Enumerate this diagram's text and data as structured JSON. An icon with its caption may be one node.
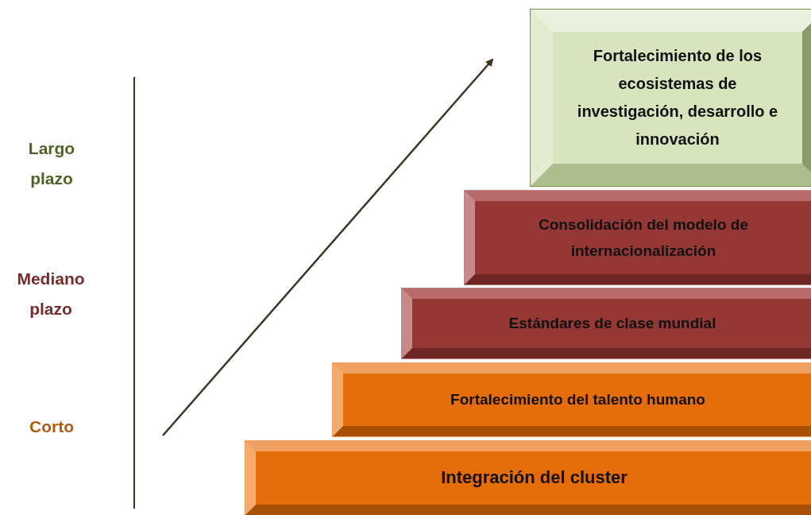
{
  "diagram": {
    "nodes": [
      {
        "text": [
          "Fortalecimiento de los ecosistemas de investigación, desarrollo e innovación"
        ]
      },
      {
        "text": [
          "Consolidación del modelo de internacionalización"
        ]
      },
      {
        "text": [
          "Estándares de clase mundial"
        ]
      },
      {
        "text": [
          "Fortalecimiento del talento humano"
        ]
      },
      {
        "text": [
          "Integración del cluster"
        ]
      }
    ],
    "labels": [
      "Largo plazo",
      "Mediano plazo",
      "Corto"
    ]
  }
}
